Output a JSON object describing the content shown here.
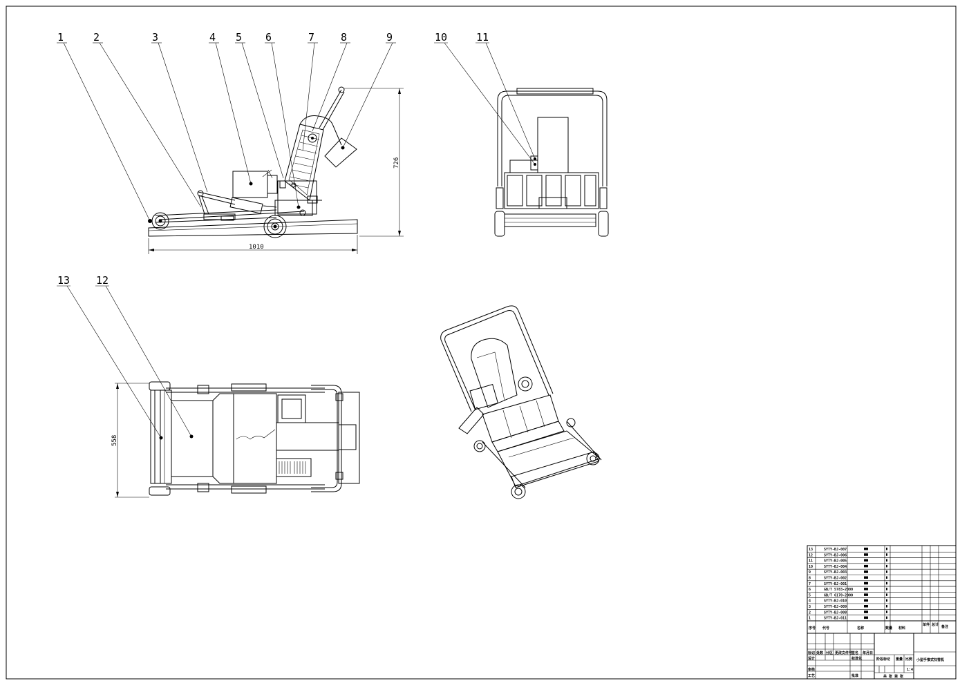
{
  "balloons": [
    {
      "label": "1"
    },
    {
      "label": "2"
    },
    {
      "label": "3"
    },
    {
      "label": "4"
    },
    {
      "label": "5"
    },
    {
      "label": "6"
    },
    {
      "label": "7"
    },
    {
      "label": "8"
    },
    {
      "label": "9"
    },
    {
      "label": "10"
    },
    {
      "label": "11"
    },
    {
      "label": "12"
    },
    {
      "label": "13"
    }
  ],
  "dimensions": {
    "length": "1010",
    "height": "726",
    "width": "558"
  },
  "title_block": {
    "parts_list": [
      {
        "no": "13",
        "code": "SYTY-BJ-007"
      },
      {
        "no": "12",
        "code": "SYTY-BJ-006"
      },
      {
        "no": "11",
        "code": "SYTY-BJ-005"
      },
      {
        "no": "10",
        "code": "SYTY-BJ-004"
      },
      {
        "no": "9",
        "code": "SYTY-BJ-003"
      },
      {
        "no": "8",
        "code": "SYTY-BJ-002"
      },
      {
        "no": "7",
        "code": "SYTY-BJ-001"
      },
      {
        "no": "6",
        "code": "GB/T 5783-2000"
      },
      {
        "no": "5",
        "code": "GB/T 6170-2000"
      },
      {
        "no": "4",
        "code": "SYTY-BJ-010"
      },
      {
        "no": "3",
        "code": "SYTY-BJ-009"
      },
      {
        "no": "2",
        "code": "SYTY-BJ-008"
      },
      {
        "no": "1",
        "code": "SYTY-BJ-011"
      }
    ],
    "header_labels": {
      "seq": "序号",
      "code": "代号",
      "name": "名称",
      "qty": "数量",
      "material": "材料",
      "weight": "单件 总计",
      "note": "备注"
    },
    "revision_labels": {
      "mark": "标记",
      "count": "处数",
      "zone": "分区",
      "doc": "更改文件号",
      "sign": "签名",
      "date": "年月日",
      "design": "设计",
      "std": "标准化",
      "check": "审核",
      "process": "工艺",
      "approve": "批准",
      "stage": "阶段标记",
      "weight": "重量",
      "scale": "比例",
      "sheet": "共 张 第 张",
      "scale_value": "1:4"
    },
    "drawing_title": "小型手推式扫雪机"
  }
}
